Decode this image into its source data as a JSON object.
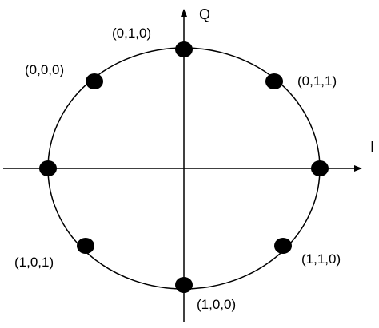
{
  "axes": {
    "i_label": "I",
    "q_label": "Q"
  },
  "points": [
    {
      "id": "p010",
      "label": "(0,1,0)"
    },
    {
      "id": "p000",
      "label": "(0,0,0)"
    },
    {
      "id": "p011",
      "label": "(0,1,1)"
    },
    {
      "id": "p101",
      "label": "(1,0,1)"
    },
    {
      "id": "p110",
      "label": "(1,1,0)"
    },
    {
      "id": "p100",
      "label": "(1,0,0)"
    }
  ],
  "colors": {
    "ink": "#000000",
    "background": "#ffffff"
  }
}
